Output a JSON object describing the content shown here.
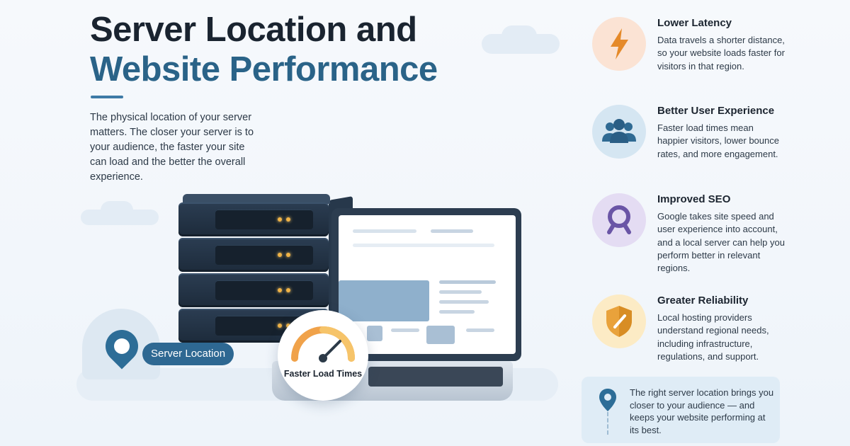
{
  "title": {
    "line1": "Server Location and",
    "line2": "Website Performance"
  },
  "intro": "The physical location of your server matters. The closer your server is to your audience, the faster your site can load and the better the overall experience.",
  "illustration": {
    "location_label": "Server Location",
    "gauge_label": "Faster Load Times"
  },
  "features": [
    {
      "title": "Lower Latency",
      "description": "Data travels a shorter distance, so your website loads faster for visitors in that region.",
      "icon": "lightning-icon",
      "color": "#fbe3d4"
    },
    {
      "title": "Better User Experience",
      "description": "Faster load times mean happier visitors, lower bounce rates, and more engagement.",
      "icon": "users-icon",
      "color": "#d5e6f2"
    },
    {
      "title": "Improved SEO",
      "description": "Google takes site speed and user experience into account, and a local server can help you perform better in relevant regions.",
      "icon": "magnifier-icon",
      "color": "#e4dcf3"
    },
    {
      "title": "Greater Reliability",
      "description": "Local hosting providers understand regional needs, including infrastructure, regulations, and support.",
      "icon": "shield-icon",
      "color": "#fcebc5"
    }
  ],
  "callout": {
    "text": "The right server location brings you closer to your audience — and keeps your website performing at its best.",
    "icon": "location-pin-icon"
  }
}
